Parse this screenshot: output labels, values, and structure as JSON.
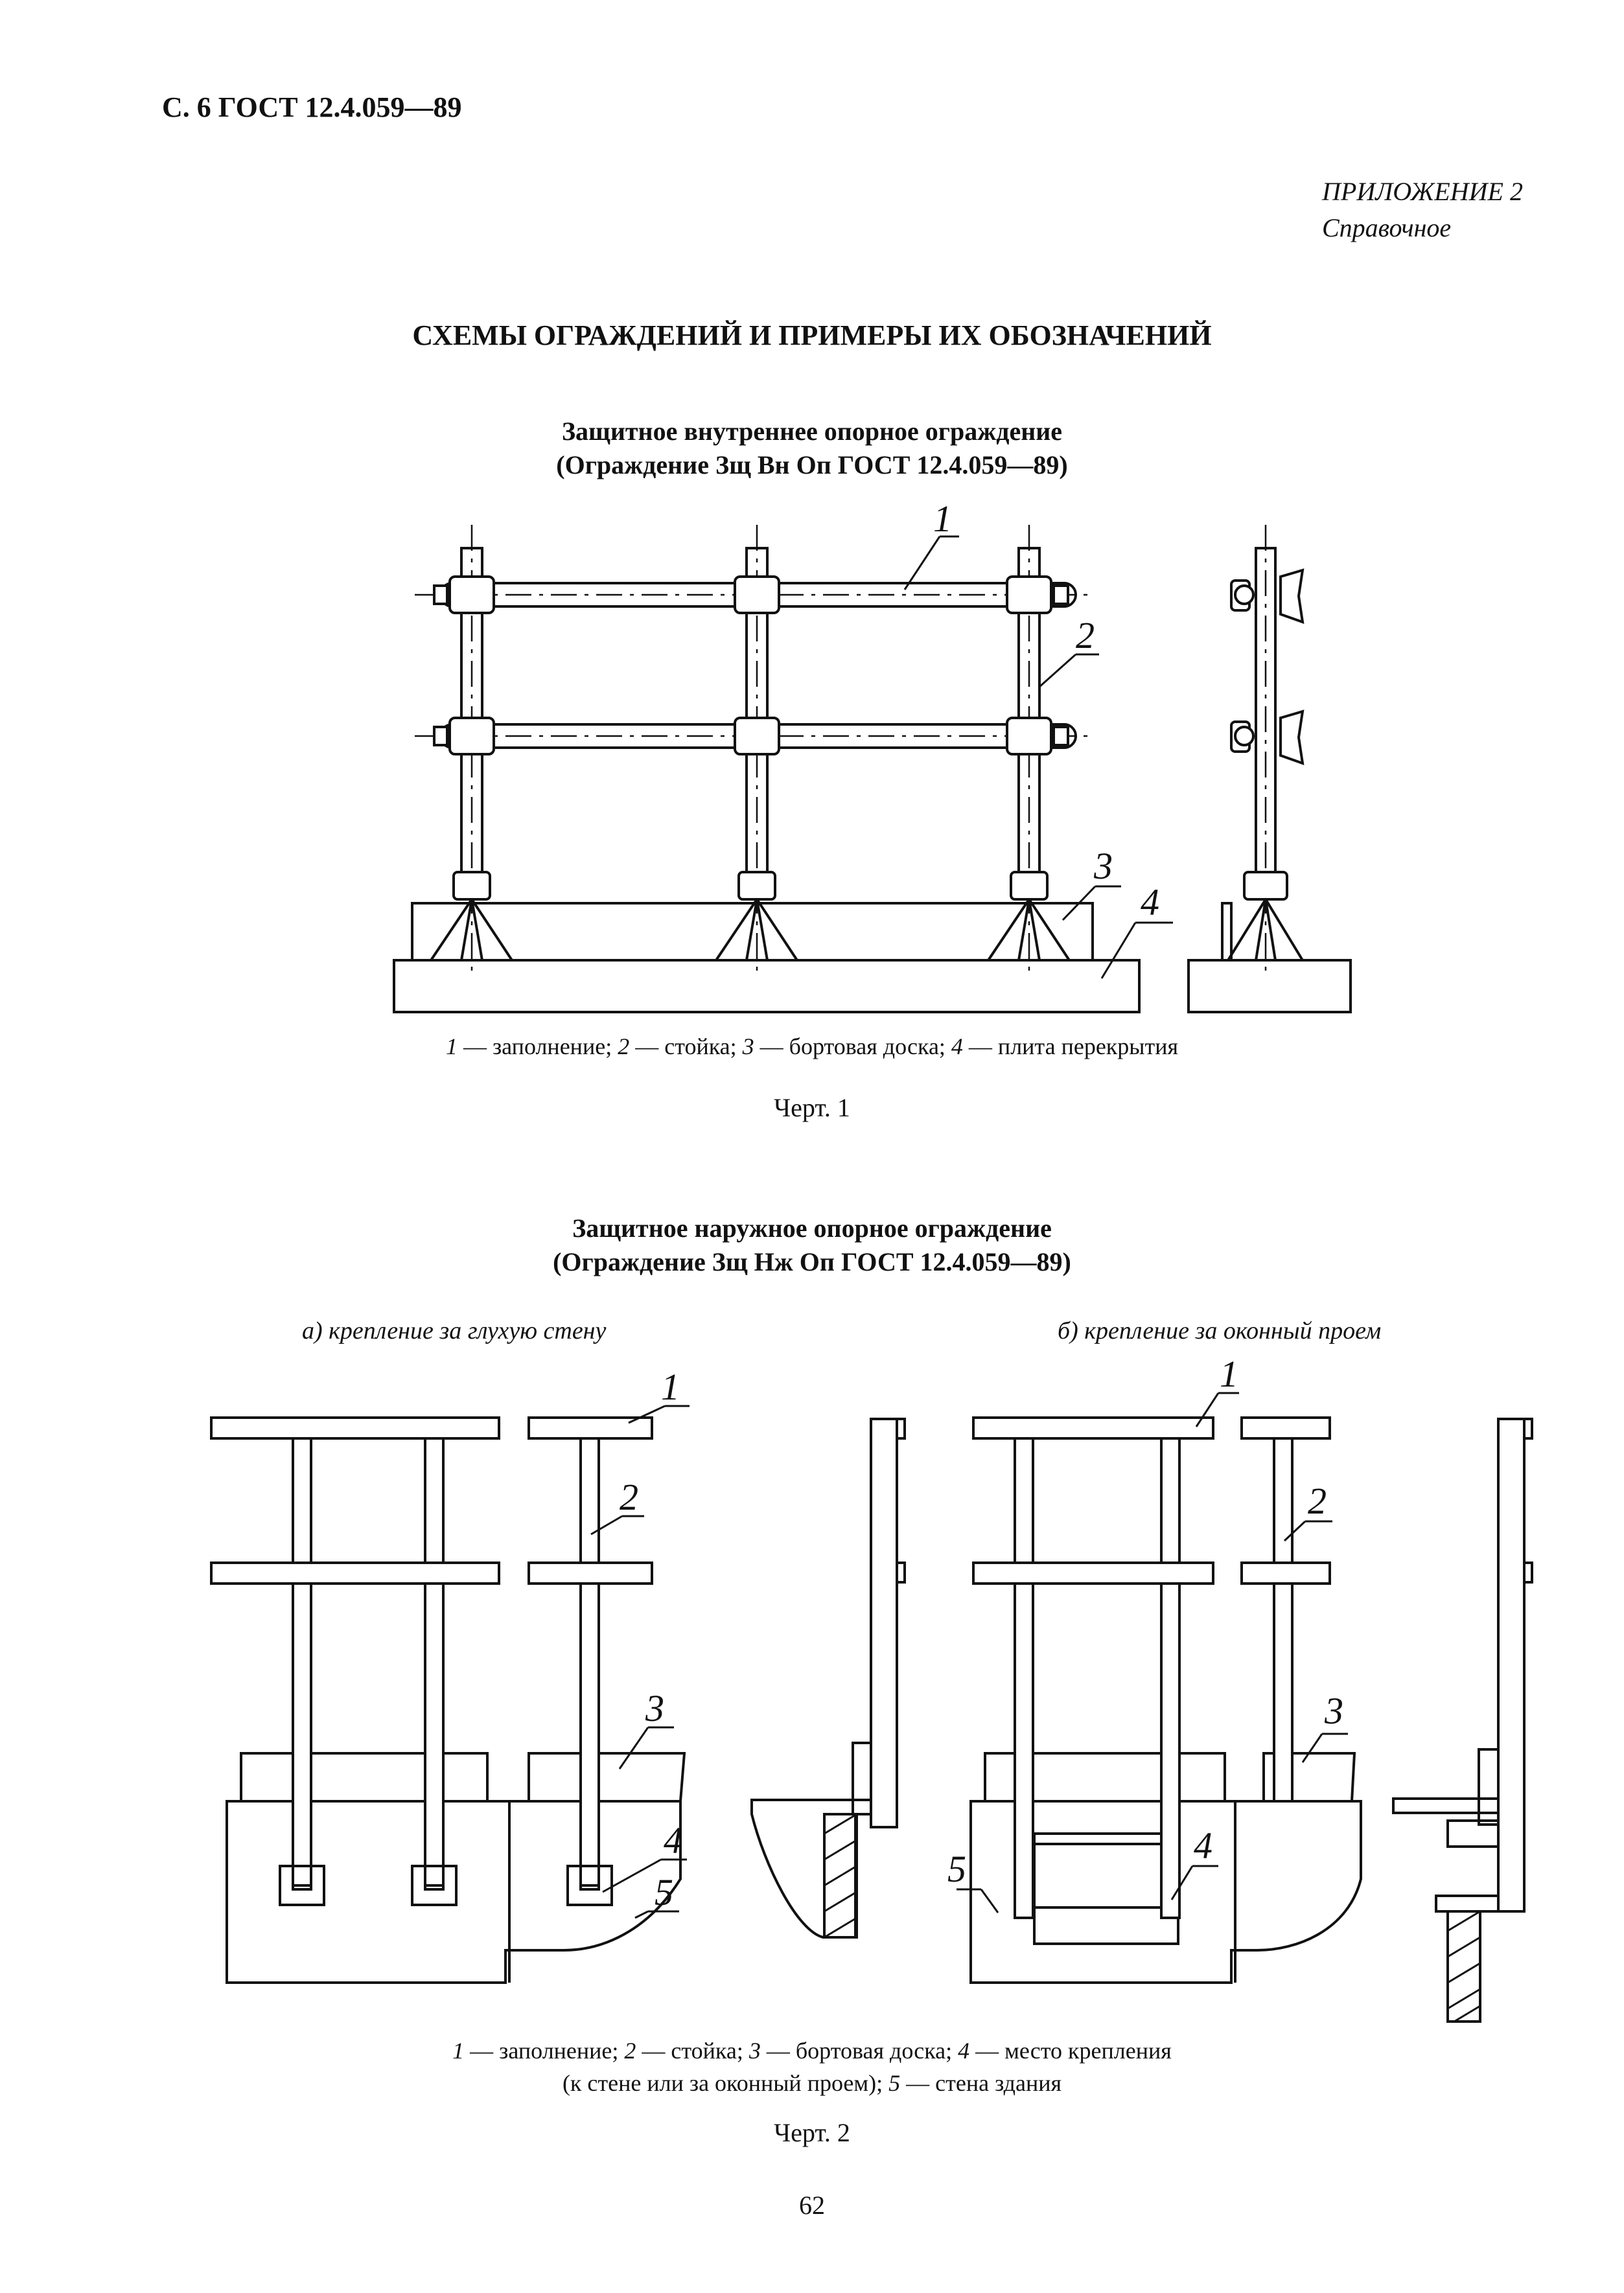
{
  "header": {
    "page_ref": "С. 6 ГОСТ 12.4.059—89"
  },
  "appendix": {
    "label": "ПРИЛОЖЕНИЕ 2",
    "note": "Справочное"
  },
  "title": "СХЕМЫ ОГРАЖДЕНИЙ И ПРИМЕРЫ ИХ ОБОЗНАЧЕНИЙ",
  "fig1": {
    "heading_1": "Защитное внутреннее опорное ограждение",
    "heading_2": "(Ограждение Зщ Вн Оп ГОСТ 12.4.059—89)",
    "callouts": [
      "1",
      "2",
      "3",
      "4"
    ],
    "legend": [
      {
        "num": "1",
        "text": " — заполнение; "
      },
      {
        "num": "2",
        "text": " — стойка; "
      },
      {
        "num": "3",
        "text": " — бортовая доска; "
      },
      {
        "num": "4",
        "text": " — плита перекрытия"
      }
    ],
    "caption": "Черт. 1"
  },
  "fig2": {
    "heading_1": "Защитное наружное опорное ограждение",
    "heading_2": "(Ограждение Зщ Нж Оп ГОСТ 12.4.059—89)",
    "variant_a": "а) крепление за глухую стену",
    "variant_b": "б) крепление за оконный проем",
    "callouts_a": [
      "1",
      "2",
      "3",
      "4",
      "5"
    ],
    "callouts_b": [
      "1",
      "2",
      "3",
      "4",
      "5"
    ],
    "legend_line1": [
      {
        "num": "1",
        "text": " — заполнение; "
      },
      {
        "num": "2",
        "text": " — стойка; "
      },
      {
        "num": "3",
        "text": " — бортовая доска; "
      },
      {
        "num": "4",
        "text": " — место крепления"
      }
    ],
    "legend_line2_a": "(к стене или за оконный проем); ",
    "legend_line2_num": "5",
    "legend_line2_b": " — стена здания",
    "caption": "Черт. 2"
  },
  "page_number": "62"
}
